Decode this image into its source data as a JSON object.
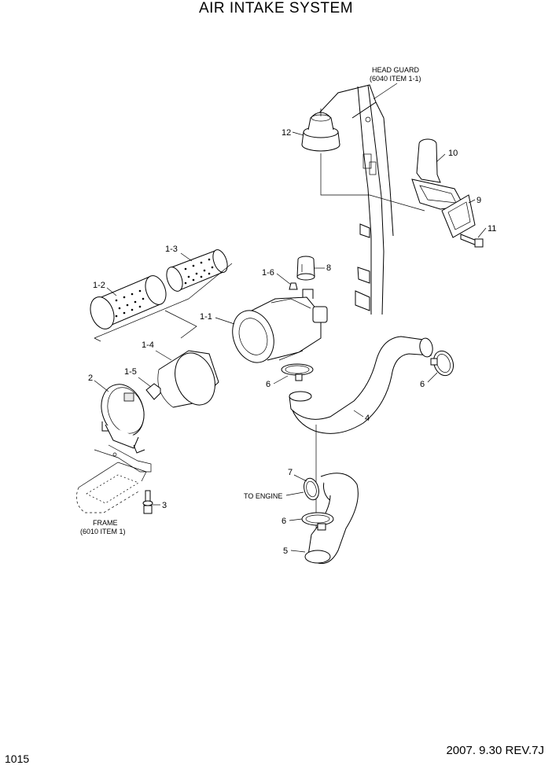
{
  "title": "AIR INTAKE SYSTEM",
  "page_number": "1015",
  "revision": "2007. 9.30  REV.7J",
  "callouts": {
    "c1_1": "1-1",
    "c1_2": "1-2",
    "c1_3": "1-3",
    "c1_4": "1-4",
    "c1_5": "1-5",
    "c1_6": "1-6",
    "c2": "2",
    "c3": "3",
    "c4": "4",
    "c5": "5",
    "c6a": "6",
    "c6b": "6",
    "c6c": "6",
    "c7": "7",
    "c8": "8",
    "c9": "9",
    "c10": "10",
    "c11": "11",
    "c12": "12"
  },
  "notes": {
    "head_guard_1": "HEAD GUARD",
    "head_guard_2": "(6040 ITEM 1-1)",
    "frame_1": "FRAME",
    "frame_2": "(6010 ITEM 1)",
    "to_engine": "TO ENGINE"
  }
}
